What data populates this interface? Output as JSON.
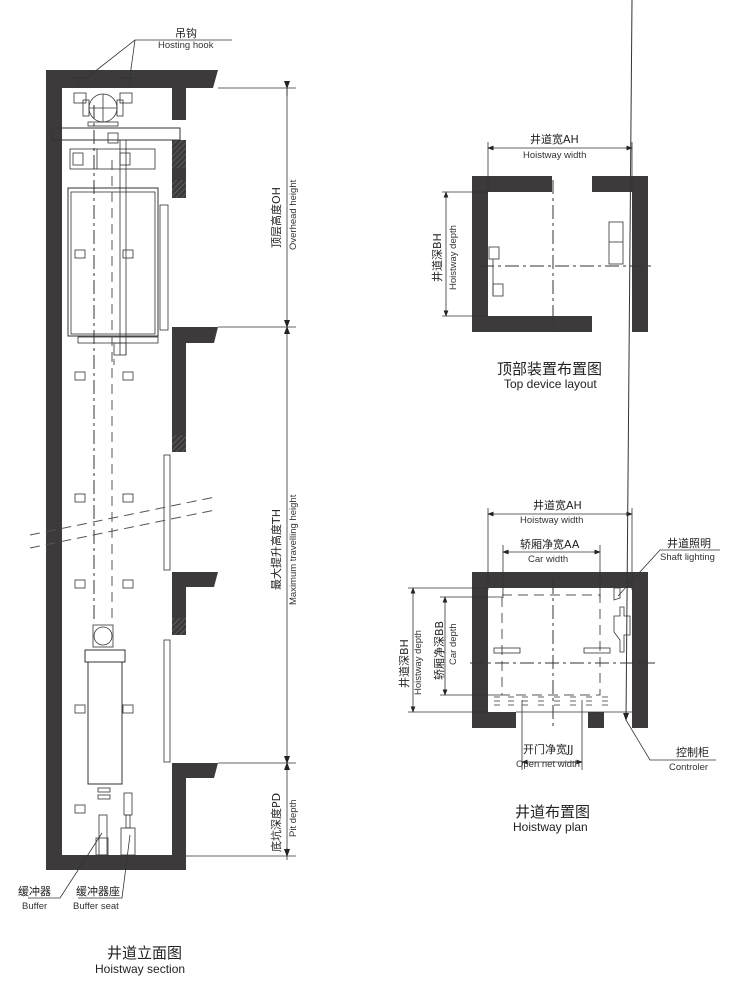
{
  "section": {
    "title_cn": "井道立面图",
    "title_en": "Hoistway section",
    "hook_cn": "吊钩",
    "hook_en": "Hosting hook",
    "overhead_cn": "顶层高度OH",
    "overhead_en": "Overhead height",
    "travel_cn": "最大提升高度TH",
    "travel_en": "Maximum travelling height",
    "pit_cn": "底坑深度PD",
    "pit_en": "Pit depth",
    "buffer_cn": "缓冲器",
    "buffer_en": "Buffer",
    "buffer_seat_cn": "缓冲器座",
    "buffer_seat_en": "Buffer seat"
  },
  "top_layout": {
    "title_cn": "顶部装置布置图",
    "title_en": "Top device layout",
    "width_cn": "井道宽AH",
    "width_en": "Hoistway width",
    "depth_cn": "井道深BH",
    "depth_en": "Hoistway depth"
  },
  "plan": {
    "title_cn": "井道布置图",
    "title_en": "Hoistway plan",
    "width_cn": "井道宽AH",
    "width_en": "Hoistway width",
    "car_width_cn": "轿厢净宽AA",
    "car_width_en": "Car width",
    "lighting_cn": "井道照明",
    "lighting_en": "Shaft lighting",
    "depth_cn": "井道深BH",
    "depth_en": "Hoistway depth",
    "car_depth_cn": "轿厢净深BB",
    "car_depth_en": "Car depth",
    "door_cn": "开门净宽JJ",
    "door_en": "Open net width",
    "controller_cn": "控制柜",
    "controller_en": "Controler"
  },
  "colors": {
    "wall": "#3c3a3a",
    "line": "#333333",
    "background": "#ffffff"
  }
}
